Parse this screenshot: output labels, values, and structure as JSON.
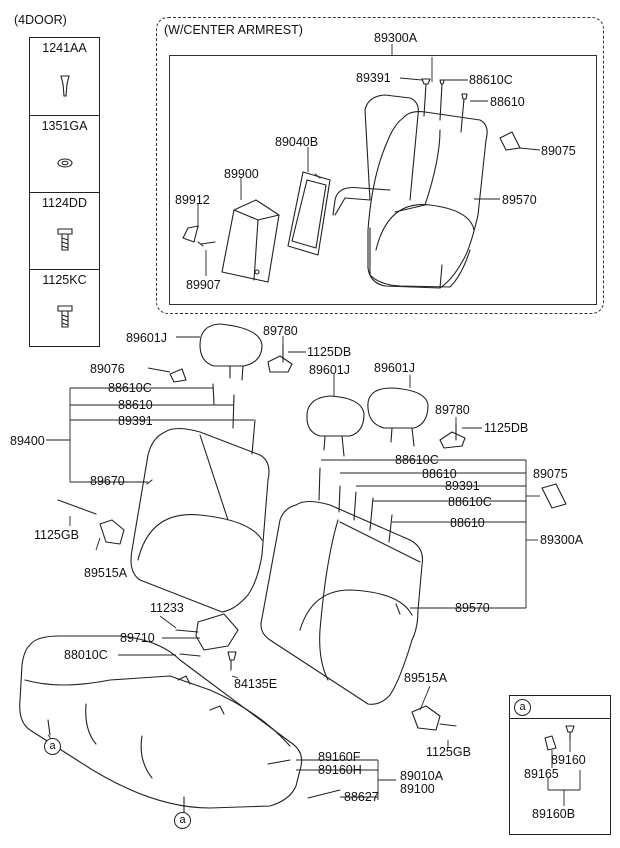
{
  "variant_label": "(4DOOR)",
  "center_armrest_label": "(W/CENTER ARMREST)",
  "legend": [
    {
      "code": "1241AA",
      "icon": "clip-icon"
    },
    {
      "code": "1351GA",
      "icon": "nut-icon"
    },
    {
      "code": "1124DD",
      "icon": "bolt-icon"
    },
    {
      "code": "1125KC",
      "icon": "bolt-icon"
    }
  ],
  "callout_symbol": "a",
  "parts": {
    "p89300A_top": "89300A",
    "p89391_top": "89391",
    "p88610C_top": "88610C",
    "p88610_top": "88610",
    "p89075_top": "89075",
    "p89040B": "89040B",
    "p89900": "89900",
    "p89912": "89912",
    "p89570_top": "89570",
    "p89907": "89907",
    "p89601J_left": "89601J",
    "p89780_left": "89780",
    "p1125DB_left": "1125DB",
    "p89076": "89076",
    "p88610C_left": "88610C",
    "p88610_left": "88610",
    "p89391_left": "89391",
    "p89400": "89400",
    "p89670": "89670",
    "p1125GB_left": "1125GB",
    "p89515A_left": "89515A",
    "p89601J_mid1": "89601J",
    "p89601J_mid2": "89601J",
    "p89780_right": "89780",
    "p1125DB_right": "1125DB",
    "p88610C_r1": "88610C",
    "p88610_r1": "88610",
    "p89391_r": "89391",
    "p88610C_r2": "88610C",
    "p88610_r2": "88610",
    "p89075_r": "89075",
    "p89300A_r": "89300A",
    "p89570_r": "89570",
    "p11233": "11233",
    "p89710": "89710",
    "p88010C": "88010C",
    "p84135E": "84135E",
    "p89515A_r": "89515A",
    "p1125GB_r": "1125GB",
    "p89160F": "89160F",
    "p89160H": "89160H",
    "p89010A": "89010A",
    "p89100": "89100",
    "p88627": "88627",
    "p89160": "89160",
    "p89165": "89165",
    "p89160B": "89160B"
  }
}
